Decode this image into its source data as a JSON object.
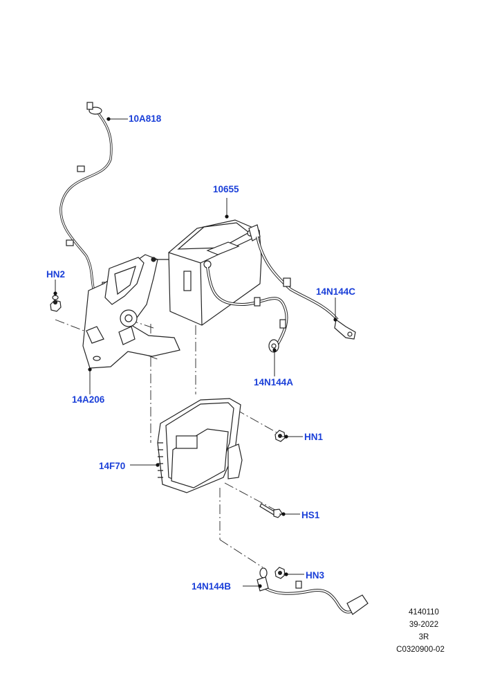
{
  "callouts": {
    "c_10a818": "10A818",
    "c_10655": "10655",
    "c_hn2": "HN2",
    "c_14n144c": "14N144C",
    "c_14n144a": "14N144A",
    "c_14a206": "14A206",
    "c_hn1": "HN1",
    "c_14f70": "14F70",
    "c_hs1": "HS1",
    "c_hn3": "HN3",
    "c_14n144b": "14N144B"
  },
  "info": {
    "line1": "4140110",
    "line2": "39-2022",
    "line3": "3R",
    "line4": "C0320900-02"
  },
  "colors": {
    "callout": "#1a3fd8",
    "line": "#222222"
  }
}
